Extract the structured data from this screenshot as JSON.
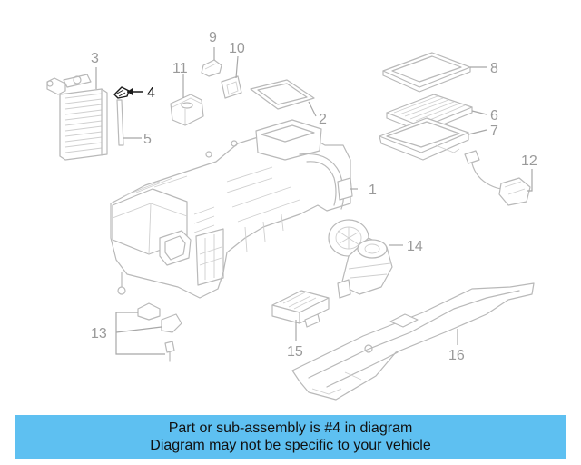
{
  "diagram": {
    "callouts": [
      {
        "id": "1",
        "label": "1"
      },
      {
        "id": "2",
        "label": "2"
      },
      {
        "id": "3",
        "label": "3"
      },
      {
        "id": "4",
        "label": "4"
      },
      {
        "id": "5",
        "label": "5"
      },
      {
        "id": "6",
        "label": "6"
      },
      {
        "id": "7",
        "label": "7"
      },
      {
        "id": "8",
        "label": "8"
      },
      {
        "id": "9",
        "label": "9"
      },
      {
        "id": "10",
        "label": "10"
      },
      {
        "id": "11",
        "label": "11"
      },
      {
        "id": "12",
        "label": "12"
      },
      {
        "id": "13",
        "label": "13"
      },
      {
        "id": "14",
        "label": "14"
      },
      {
        "id": "15",
        "label": "15"
      },
      {
        "id": "16",
        "label": "16"
      }
    ],
    "highlighted_part": "4",
    "colors": {
      "line_art": "#b9b9b9",
      "callout_text": "#9a9a9a",
      "highlight": "#111111",
      "banner_background": "#5ec0f1"
    }
  },
  "banner": {
    "line1": "Part or sub-assembly is #4 in diagram",
    "line2": "Diagram may not be specific to your vehicle"
  }
}
